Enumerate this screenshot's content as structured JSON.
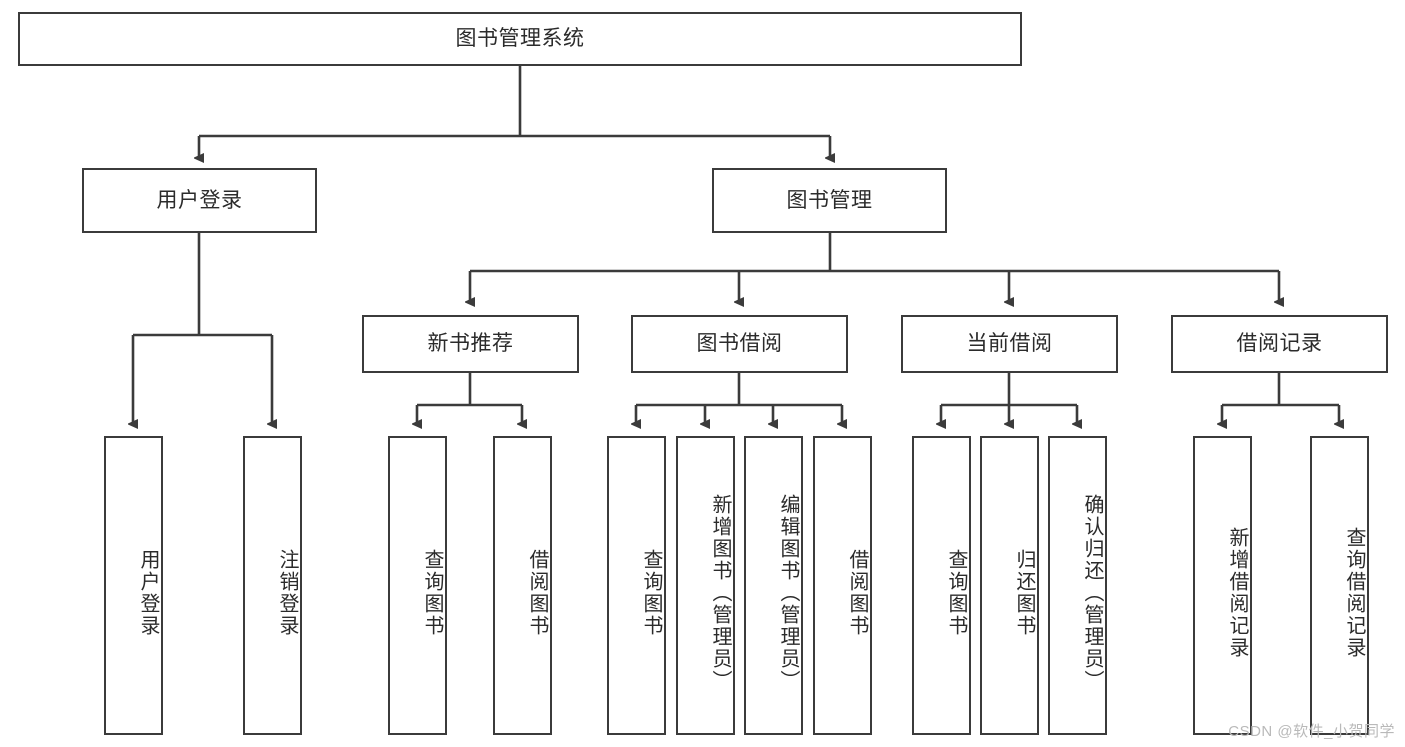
{
  "diagram": {
    "title": "图书管理系统",
    "type": "tree-hierarchy",
    "root": {
      "label": "图书管理系统"
    },
    "level2": [
      {
        "label": "用户登录"
      },
      {
        "label": "图书管理"
      }
    ],
    "level3": [
      {
        "label": "新书推荐"
      },
      {
        "label": "图书借阅"
      },
      {
        "label": "当前借阅"
      },
      {
        "label": "借阅记录"
      }
    ],
    "leaves": {
      "user_login": [
        {
          "label": "用户登录"
        },
        {
          "label": "注销登录"
        }
      ],
      "new_book_recommend": [
        {
          "label": "查询图书"
        },
        {
          "label": "借阅图书"
        }
      ],
      "book_borrow": [
        {
          "label": "查询图书"
        },
        {
          "label": "新增图书（管理员）"
        },
        {
          "label": "编辑图书（管理员）"
        },
        {
          "label": "借阅图书"
        }
      ],
      "current_borrow": [
        {
          "label": "查询图书"
        },
        {
          "label": "归还图书"
        },
        {
          "label": "确认归还（管理员）"
        }
      ],
      "borrow_record": [
        {
          "label": "新增借阅记录"
        },
        {
          "label": "查询借阅记录"
        }
      ]
    }
  },
  "watermark": {
    "text": "CSDN @软件_小贺同学"
  },
  "colors": {
    "border": "#3b3b3b",
    "text": "#2b2b2b",
    "background": "#ffffff",
    "watermark": "#b9b9b9"
  }
}
